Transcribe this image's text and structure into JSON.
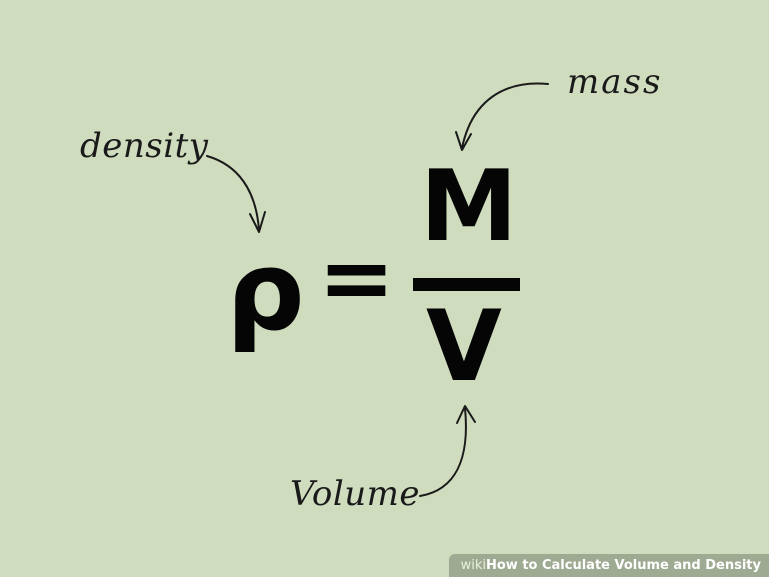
{
  "labels": {
    "density": "density",
    "mass": "mass",
    "volume": "Volume"
  },
  "equation": {
    "lhs": "ρ",
    "operator": "=",
    "numerator": "M",
    "denominator": "V"
  },
  "watermark": {
    "brand_wiki": "wiki",
    "brand_how": "How",
    "title": " to Calculate Volume and Density"
  },
  "colors": {
    "background": "#cfdcbe",
    "ink": "#050505"
  }
}
